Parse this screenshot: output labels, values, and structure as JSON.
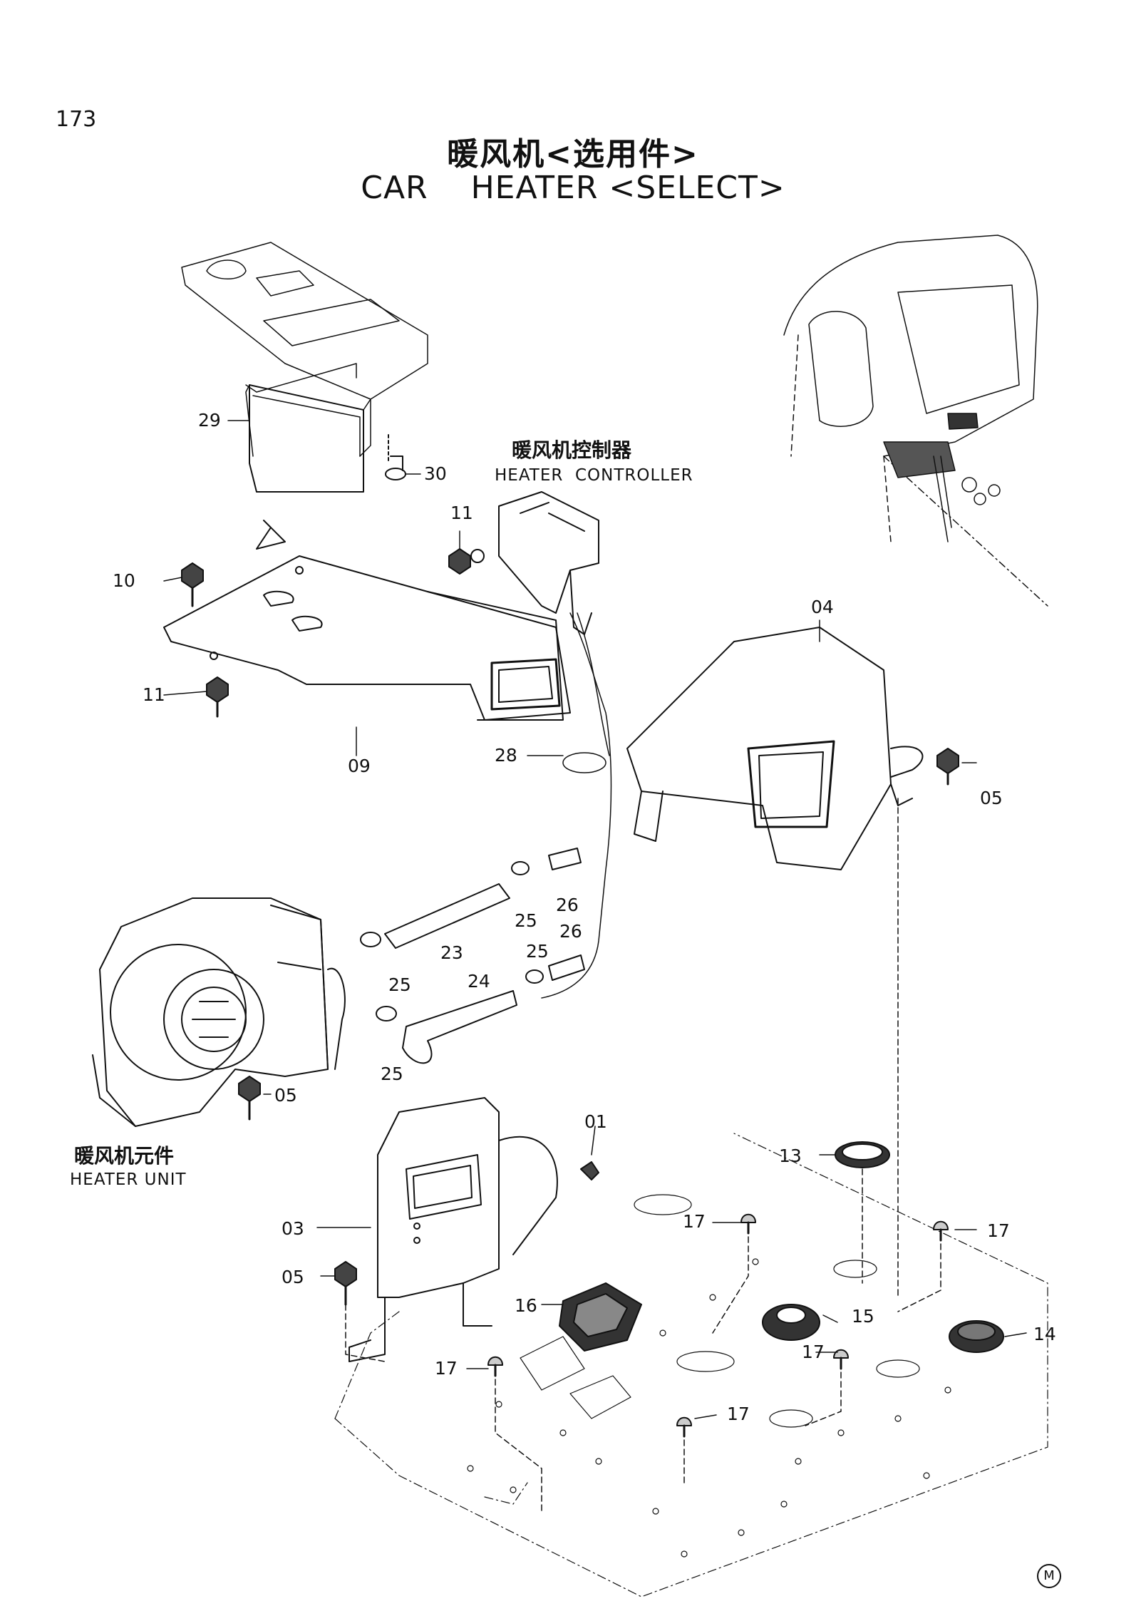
{
  "page_number": "173",
  "title_cn": "暖风机<选用件>",
  "title_en": "CAR    HEATER <SELECT>",
  "groups": {
    "controller_cn": "暖风机控制器",
    "controller_en": "HEATER  CONTROLLER",
    "unit_cn": "暖风机元件",
    "unit_en": "HEATER UNIT"
  },
  "callouts": [
    "29",
    "30",
    "11",
    "10",
    "11",
    "09",
    "04",
    "28",
    "05",
    "26",
    "25",
    "26",
    "25",
    "23",
    "24",
    "25",
    "25",
    "05",
    "01",
    "13",
    "17",
    "17",
    "03",
    "05",
    "16",
    "15",
    "14",
    "17",
    "17",
    "17"
  ],
  "mark": "M"
}
